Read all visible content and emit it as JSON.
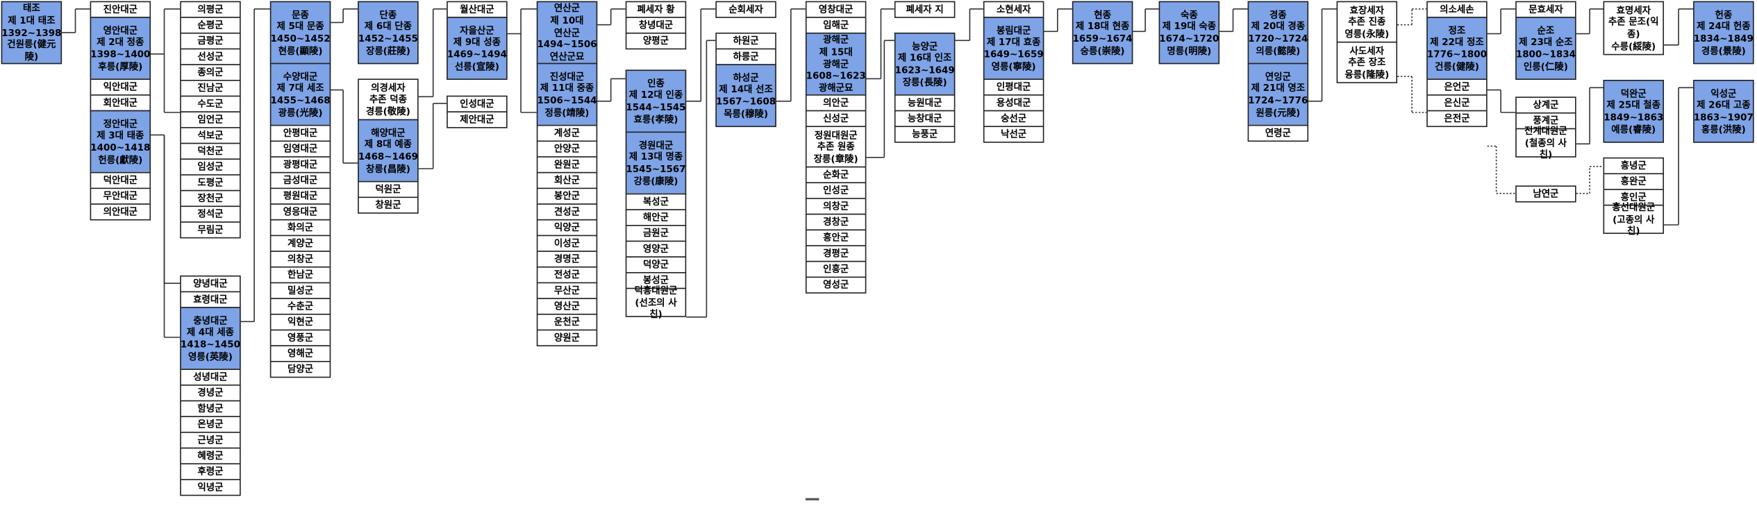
{
  "colors": {
    "king": "#7ea3e6",
    "plain": "#ffffff",
    "line": "#333333"
  },
  "columns": [
    {
      "id": "c1",
      "cells": [
        {
          "text": "태조\n제 1대 태조\n1392~1398\n건원릉(健元陵)",
          "king": true
        }
      ]
    },
    {
      "id": "c2",
      "cells": [
        {
          "text": "진안대군"
        },
        {
          "text": "영안대군\n제 2대 정종\n1398~1400\n후릉(厚陵)",
          "king": true
        },
        {
          "text": "익안대군"
        },
        {
          "text": "회안대군"
        },
        {
          "text": "정안대군\n제 3대 태종\n1400~1418\n헌릉(獻陵)",
          "king": true
        },
        {
          "text": "덕안대군"
        },
        {
          "text": "무안대군"
        },
        {
          "text": "의안대군"
        }
      ]
    },
    {
      "id": "c3a",
      "cells": [
        {
          "text": "의평군"
        },
        {
          "text": "순평군"
        },
        {
          "text": "금평군"
        },
        {
          "text": "선성군"
        },
        {
          "text": "종의군"
        },
        {
          "text": "진남군"
        },
        {
          "text": "수도군"
        },
        {
          "text": "임언군"
        },
        {
          "text": "석보군"
        },
        {
          "text": "덕천군"
        },
        {
          "text": "임성군"
        },
        {
          "text": "도평군"
        },
        {
          "text": "장천군"
        },
        {
          "text": "정석군"
        },
        {
          "text": "무림군"
        }
      ]
    },
    {
      "id": "c3b",
      "cells": [
        {
          "text": "양녕대군"
        },
        {
          "text": "효령대군"
        },
        {
          "text": "충녕대군\n제 4대 세종\n1418~1450\n영릉(英陵)",
          "king": true
        },
        {
          "text": "성녕대군"
        },
        {
          "text": "경녕군"
        },
        {
          "text": "함녕군"
        },
        {
          "text": "온녕군"
        },
        {
          "text": "근녕군"
        },
        {
          "text": "혜령군"
        },
        {
          "text": "후령군"
        },
        {
          "text": "익녕군"
        }
      ]
    },
    {
      "id": "c4",
      "cells": [
        {
          "text": "문종\n제 5대 문종\n1450~1452\n현릉(顯陵)",
          "king": true
        },
        {
          "text": "수양대군\n제 7대 세조\n1455~1468\n광릉(光陵)",
          "king": true
        },
        {
          "text": "안평대군"
        },
        {
          "text": "임영대군"
        },
        {
          "text": "광평대군"
        },
        {
          "text": "금성대군"
        },
        {
          "text": "평원대군"
        },
        {
          "text": "영응대군"
        },
        {
          "text": "화의군"
        },
        {
          "text": "계양군"
        },
        {
          "text": "의창군"
        },
        {
          "text": "한남군"
        },
        {
          "text": "밀성군"
        },
        {
          "text": "수춘군"
        },
        {
          "text": "익현군"
        },
        {
          "text": "영풍군"
        },
        {
          "text": "영해군"
        },
        {
          "text": "담양군"
        }
      ]
    },
    {
      "id": "c5a",
      "cells": [
        {
          "text": "단종\n제 6대 단종\n1452~1455\n장릉(莊陵)",
          "king": true
        }
      ]
    },
    {
      "id": "c5b",
      "cells": [
        {
          "text": "의경세자\n추존 덕종\n경릉(敬陵)"
        },
        {
          "text": "해양대군\n제 8대 예종\n1468~1469\n창릉(昌陵)",
          "king": true
        },
        {
          "text": "덕원군"
        },
        {
          "text": "창원군"
        }
      ]
    },
    {
      "id": "c6a",
      "cells": [
        {
          "text": "월산대군"
        },
        {
          "text": "자을산군\n제 9대 성종\n1469~1494\n선릉(宣陵)",
          "king": true
        }
      ]
    },
    {
      "id": "c6b",
      "cells": [
        {
          "text": "인성대군"
        },
        {
          "text": "제안대군"
        }
      ]
    },
    {
      "id": "c7",
      "cells": [
        {
          "text": "연산군\n제 10대\n연산군\n1494~1506\n연산군묘",
          "king": true
        },
        {
          "text": "진성대군\n제 11대 중종\n1506~1544\n정릉(靖陵)",
          "king": true
        },
        {
          "text": "계성군"
        },
        {
          "text": "안양군"
        },
        {
          "text": "완원군"
        },
        {
          "text": "회산군"
        },
        {
          "text": "봉안군"
        },
        {
          "text": "견성군"
        },
        {
          "text": "익양군"
        },
        {
          "text": "이성군"
        },
        {
          "text": "경명군"
        },
        {
          "text": "전성군"
        },
        {
          "text": "무산군"
        },
        {
          "text": "영산군"
        },
        {
          "text": "운천군"
        },
        {
          "text": "양원군"
        }
      ]
    },
    {
      "id": "c8a",
      "cells": [
        {
          "text": "폐세자 황"
        },
        {
          "text": "창녕대군"
        },
        {
          "text": "양평군"
        }
      ]
    },
    {
      "id": "c8b",
      "cells": [
        {
          "text": "인종\n제 12대 인종\n1544~1545\n효릉(孝陵)",
          "king": true
        },
        {
          "text": "경원대군\n제 13대 명종\n1545~1567\n강릉(康陵)",
          "king": true
        },
        {
          "text": "복성군"
        },
        {
          "text": "해안군"
        },
        {
          "text": "금원군"
        },
        {
          "text": "영양군"
        },
        {
          "text": "덕양군"
        },
        {
          "text": "봉성군"
        },
        {
          "text": "덕흥대원군\n(선조의 사친)"
        }
      ]
    },
    {
      "id": "c9a",
      "cells": [
        {
          "text": "순회세자"
        }
      ]
    },
    {
      "id": "c9b",
      "cells": [
        {
          "text": "하원군"
        },
        {
          "text": "하릉군"
        },
        {
          "text": "하성군\n제 14대 선조\n1567~1608\n목릉(穆陵)",
          "king": true
        }
      ]
    },
    {
      "id": "c10",
      "cells": [
        {
          "text": "영창대군"
        },
        {
          "text": "임해군"
        },
        {
          "text": "광해군\n제 15대\n광해군\n1608~1623\n광해군묘",
          "king": true
        },
        {
          "text": "의안군"
        },
        {
          "text": "신성군"
        },
        {
          "text": "정원대원군\n추존 원종\n장릉(章陵)"
        },
        {
          "text": "순화군"
        },
        {
          "text": "인성군"
        },
        {
          "text": "의창군"
        },
        {
          "text": "경창군"
        },
        {
          "text": "흥안군"
        },
        {
          "text": "경평군"
        },
        {
          "text": "인흥군"
        },
        {
          "text": "영성군"
        }
      ]
    },
    {
      "id": "c11a",
      "cells": [
        {
          "text": "폐세자 지"
        }
      ]
    },
    {
      "id": "c11b",
      "cells": [
        {
          "text": "능양군\n제 16대 인조\n1623~1649\n장릉(長陵)",
          "king": true
        },
        {
          "text": "능원대군"
        },
        {
          "text": "능창대군"
        },
        {
          "text": "능풍군"
        }
      ]
    },
    {
      "id": "c12",
      "cells": [
        {
          "text": "소현세자"
        },
        {
          "text": "봉림대군\n제 17대 효종\n1649~1659\n영릉(寧陵)",
          "king": true
        },
        {
          "text": "인평대군"
        },
        {
          "text": "용성대군"
        },
        {
          "text": "숭선군"
        },
        {
          "text": "낙선군"
        }
      ]
    },
    {
      "id": "c13",
      "cells": [
        {
          "text": "현종\n제 18대 현종\n1659~1674\n숭릉(崇陵)",
          "king": true
        }
      ]
    },
    {
      "id": "c14",
      "cells": [
        {
          "text": "숙종\n제 19대 숙종\n1674~1720\n명릉(明陵)",
          "king": true
        }
      ]
    },
    {
      "id": "c15",
      "cells": [
        {
          "text": "경종\n제 20대 경종\n1720~1724\n의릉(懿陵)",
          "king": true
        },
        {
          "text": "연잉군\n제 21대 영조\n1724~1776\n원릉(元陵)",
          "king": true
        },
        {
          "text": "연령군"
        }
      ]
    },
    {
      "id": "c16",
      "cells": [
        {
          "text": "효장세자\n추존 진종\n영릉(永陵)"
        },
        {
          "text": "사도세자\n추존 장조\n융릉(隆陵)"
        }
      ]
    },
    {
      "id": "c17",
      "cells": [
        {
          "text": "의소세손"
        },
        {
          "text": "정조\n제 22대 정조\n1776~1800\n건릉(健陵)",
          "king": true
        },
        {
          "text": "은언군"
        },
        {
          "text": "은신군"
        },
        {
          "text": "은전군"
        }
      ]
    },
    {
      "id": "c18a",
      "cells": [
        {
          "text": "문효세자"
        },
        {
          "text": "순조\n제 23대 순조\n1800~1834\n인릉(仁陵)",
          "king": true
        }
      ]
    },
    {
      "id": "c18b",
      "cells": [
        {
          "text": "상계군"
        },
        {
          "text": "풍계군"
        },
        {
          "text": "전계대원군\n(철종의 사친)"
        }
      ]
    },
    {
      "id": "c18c",
      "cells": [
        {
          "text": "남연군"
        }
      ]
    },
    {
      "id": "c19a",
      "cells": [
        {
          "text": "효명세자\n추존 문조(익\n종)\n수릉(綏陵)"
        }
      ]
    },
    {
      "id": "c19b",
      "cells": [
        {
          "text": "덕완군\n제 25대 철종\n1849~1863\n예릉(睿陵)",
          "king": true
        }
      ]
    },
    {
      "id": "c19c",
      "cells": [
        {
          "text": "흥녕군"
        },
        {
          "text": "흥완군"
        },
        {
          "text": "흥인군"
        },
        {
          "text": "흥선대원군\n(고종의 사친)"
        }
      ]
    },
    {
      "id": "c20a",
      "cells": [
        {
          "text": "헌종\n제 24대 헌종\n1834~1849\n경릉(景陵)",
          "king": true
        }
      ]
    },
    {
      "id": "c20b",
      "cells": [
        {
          "text": "익성군\n제 26대 고종\n1863~1907\n홍릉(洪陵)",
          "king": true
        }
      ]
    }
  ]
}
